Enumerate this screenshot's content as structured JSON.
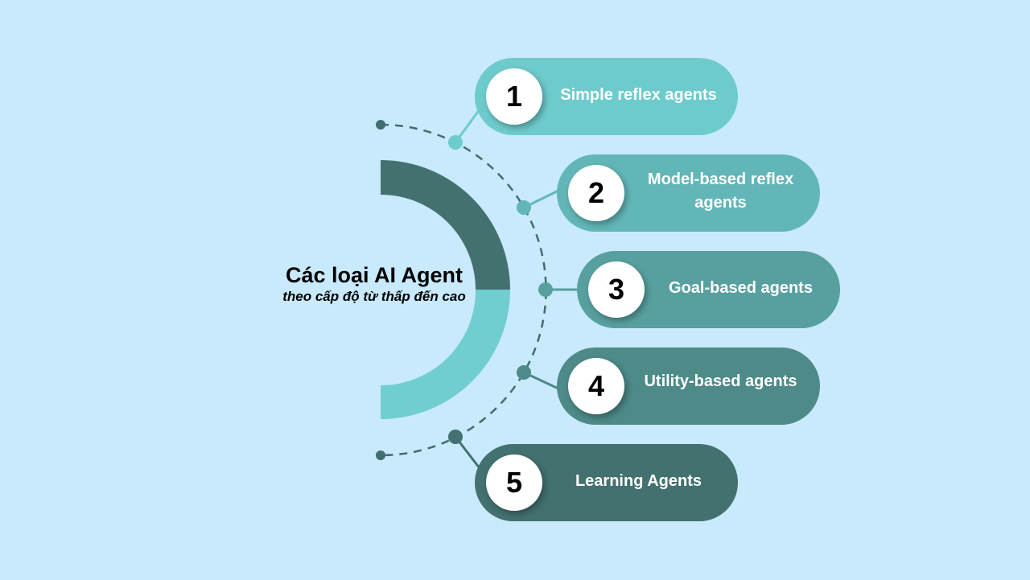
{
  "title": "Các loại AI Agent",
  "subtitle": "theo cấp độ từ thấp đến cao",
  "colors": {
    "background": "#c8eafc",
    "arc_dark": "#437170",
    "arc_light": "#70cdd0",
    "dash": "#3f6e6d"
  },
  "items": [
    {
      "number": "1",
      "label": "Simple reflex agents",
      "color": "#6ecbcc"
    },
    {
      "number": "2",
      "label": "Model-based reflex agents",
      "color": "#62b6b7"
    },
    {
      "number": "3",
      "label": "Goal-based agents",
      "color": "#58a09f"
    },
    {
      "number": "4",
      "label": "Utility-based agents",
      "color": "#4d8a88"
    },
    {
      "number": "5",
      "label": "Learning Agents",
      "color": "#42716f"
    }
  ]
}
